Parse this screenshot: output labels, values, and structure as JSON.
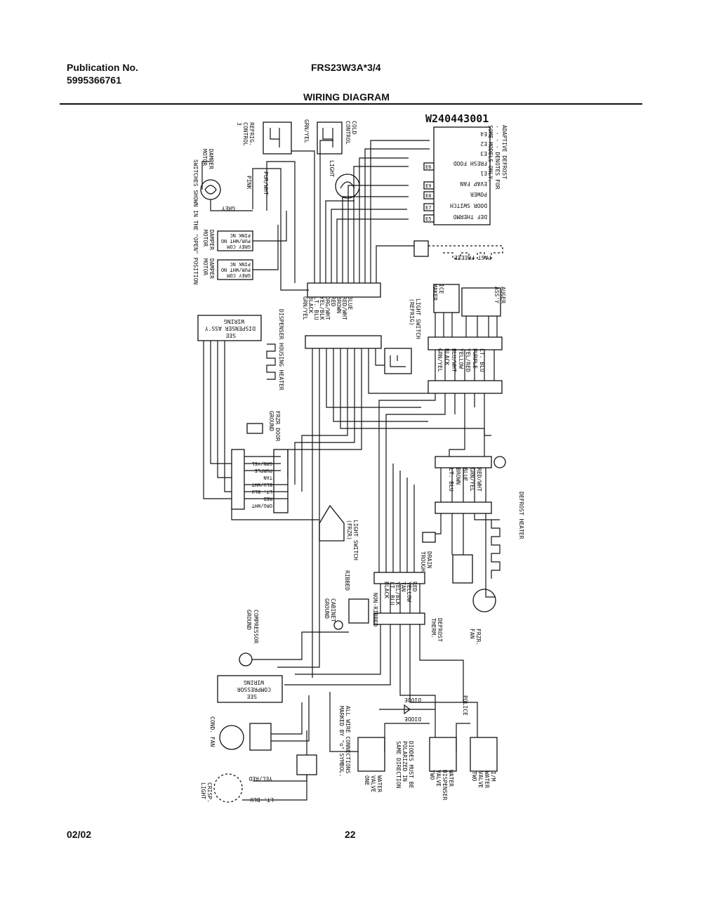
{
  "header": {
    "publication_label": "Publication No.",
    "publication_number": "5995366761",
    "model": "FRS23W3A*3/4",
    "title": "WIRING DIAGRAM"
  },
  "footer": {
    "date": "02/02",
    "page": "22"
  },
  "diagram": {
    "part_number": "W240443001",
    "adaptive_defrost": {
      "terminals": [
        "E4",
        "E2",
        "E3",
        "FRESH FOOD",
        "E1",
        "EVAP FAN",
        "POWER",
        "DOOR SWITCH",
        "DEF THERMO"
      ],
      "codes": [
        "E6",
        "E9",
        "E8",
        "E7",
        "E5"
      ],
      "note": "ADAPTIVE DEFROST",
      "note2": "- - - - DENOTES FOR",
      "note3": "SOME MODELS ONLY."
    },
    "fast_freeze": "FAST FREEZE",
    "refrig_control": [
      "REFRIG.",
      "CONTROL",
      "3"
    ],
    "cold_control": [
      "COLD",
      "CONTROL"
    ],
    "grn_yel": "GRN/YEL",
    "light": "LIGHT",
    "pink": "PINK",
    "pur_wht": "PUR/WHT",
    "damper_motor_top": [
      "DAMPER",
      "MOTOR"
    ],
    "grey": "GREY",
    "switches_note": [
      "SWITCHES SHOWN IN THE \"OPEN\" POSITION"
    ],
    "damper_switch_1": {
      "title": [
        "DAMPER",
        "MOTOR"
      ],
      "wires": [
        "GREY COM",
        "PUR/WHT NO",
        "PINK NC"
      ]
    },
    "damper_switch_2": {
      "title": [
        "DAMPER",
        "MOTOR"
      ],
      "wires": [
        "GREY COM",
        "PUR/WHT NO",
        "PINK NC"
      ]
    },
    "main_harness": [
      "GRN/YEL",
      "BLACK",
      "LT. BLU",
      "YEL/BLK",
      "ORG/WHT",
      "RED",
      "BROWN",
      "RED/WHT",
      "BLUE"
    ],
    "light_switch_refrig": [
      "LIGHT SWITCH",
      "(REFRIG)"
    ],
    "see_dispenser": [
      "SEE",
      "DISPENSER ASS'Y",
      "WIRING"
    ],
    "dispenser_heater": "DISPENSER HOUSING HEATER",
    "ice_maker": [
      "ICE",
      "MAKER"
    ],
    "auger": [
      "AUGER",
      "ASS'Y"
    ],
    "ice_harness": [
      "GRN/YEL",
      "BLACK",
      "BLU/WHT",
      "YELLOW",
      "YEL/RED",
      "PURPLE",
      "LT. BLU"
    ],
    "frzr_door_ground": [
      "FRZR DOOR",
      "GROUND"
    ],
    "door_harness": [
      "ORG/WHT",
      "RED",
      "LT. BLU",
      "BLU/WHT",
      "TAN",
      "PURPLE",
      "GRN/YEL"
    ],
    "lower_harness": [
      "LT. BLU",
      "BROWN",
      "BLUE",
      "GRN/YEL",
      "RED/WHT"
    ],
    "defrost_heater": "DEFROST HEATER",
    "light_switch_frzr": [
      "LIGHT SWITCH",
      "(FRZR)"
    ],
    "drain_trough": [
      "DRAIN",
      "TROUGH"
    ],
    "ribbed": "RIBBED",
    "non_ribbed": "NON-RIBBED",
    "cabinet_ground": [
      "CABINET",
      "GROUND"
    ],
    "compressor_harness": [
      "BLACK",
      "LT. BLU",
      "YEL/BLK",
      "TAN",
      "YELLOW",
      "RED"
    ],
    "defrost_therm": [
      "DEFROST",
      "THERM."
    ],
    "frzr_fan": [
      "FRZR.",
      "FAN"
    ],
    "compressor_ground": [
      "COMPRESSOR",
      "GROUND"
    ],
    "see_compressor": [
      "SEE",
      "COMPRESSOR",
      "WIRING"
    ],
    "cond_fan": "COND. FAN",
    "crisp_light": [
      "CRISP.",
      "LIGHT"
    ],
    "yel_red": "YEL/RED",
    "lt_blu": "LT. BLU",
    "all_wire": [
      "ALL WIRE CONNECTIONS",
      "MARKED BY \"o\" SYMBOL."
    ],
    "diodes_note": [
      "DIODES MUST BE",
      "POLARIZED IN",
      "SAME DIRECTION"
    ],
    "diode": "DIODE",
    "police": "POLICE",
    "water_valve_one": [
      "WATER",
      "VALVE",
      "ONE"
    ],
    "water_dispenser_valve_two": [
      "WATER",
      "DISPENSER",
      "VALVE",
      "TWO"
    ],
    "im_water_valve_two": [
      "I/M",
      "WATER",
      "VALVE",
      "TWO"
    ]
  }
}
